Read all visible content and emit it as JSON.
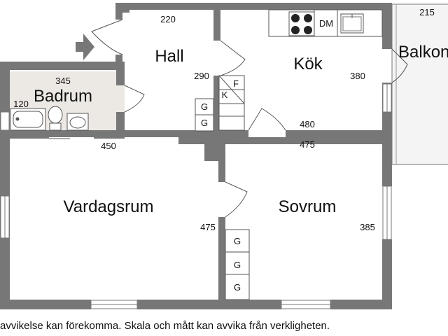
{
  "rooms": {
    "hall": "Hall",
    "kok": "Kök",
    "badrum": "Badrum",
    "vardagsrum": "Vardagsrum",
    "sovrum": "Sovrum",
    "balkong": "Balkon"
  },
  "dimensions": {
    "hall_top": "220",
    "balkong_top": "215",
    "hall_right": "290",
    "kok_right": "380",
    "badrum_top": "345",
    "badrum_left": "120",
    "kok_bottom": "480",
    "vardagsrum_top": "450",
    "sovrum_top": "475",
    "vardagsrum_right": "475",
    "sovrum_right": "385"
  },
  "fixtures": {
    "dishwasher": "DM",
    "freezer": "F",
    "fridge": "K",
    "wardrobe": "G"
  },
  "footer": {
    "disclaimer": "avvikelse kan förekomma. Skala och mått kan avvika från verkligheten."
  }
}
